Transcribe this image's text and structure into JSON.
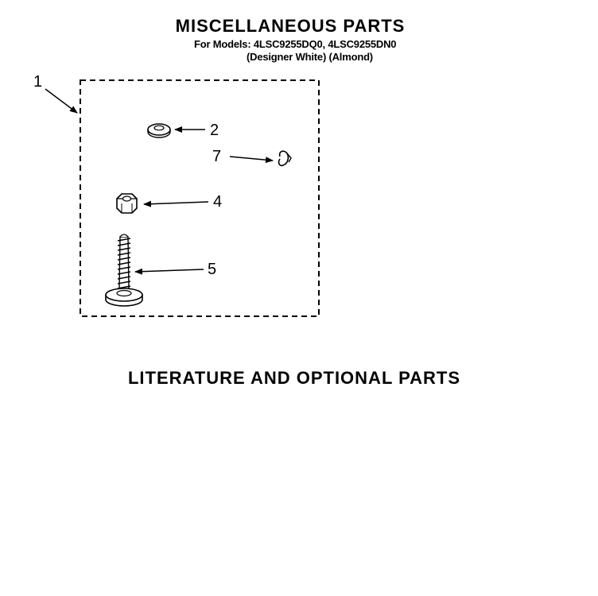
{
  "header": {
    "title": "MISCELLANEOUS PARTS",
    "models": "For Models: 4LSC9255DQ0, 4LSC9255DN0",
    "colors": "(Designer White)  (Almond)"
  },
  "callouts": {
    "kit": "1",
    "washer": "2",
    "clip": "7",
    "nut": "4",
    "screw": "5"
  },
  "literature": {
    "title": "LITERATURE AND OPTIONAL PARTS"
  }
}
